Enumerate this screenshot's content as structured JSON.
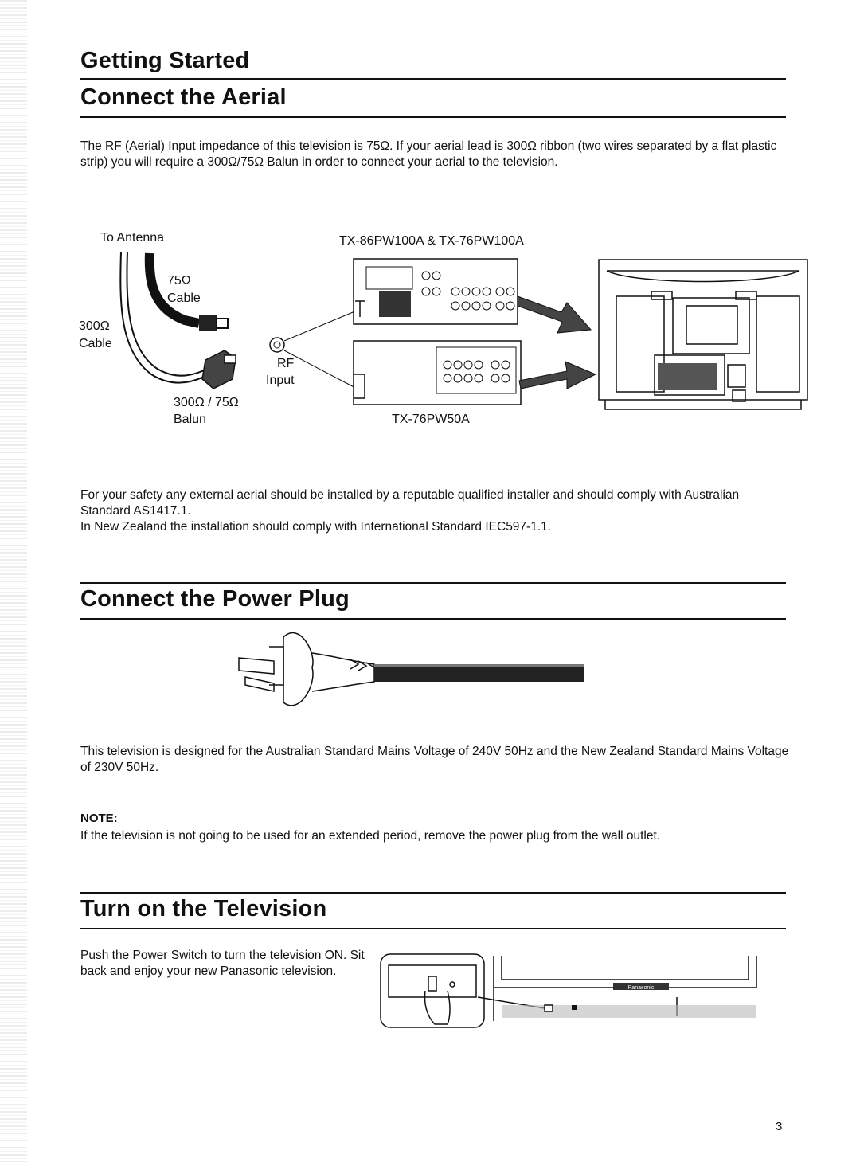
{
  "header": {
    "section_title": "Getting Started",
    "aerial_title": "Connect the Aerial"
  },
  "aerial": {
    "intro": "The RF (Aerial) Input impedance of this television is 75Ω. If your aerial lead is 300Ω ribbon (two wires separated by a flat plastic strip) you will require a 300Ω/75Ω Balun in order to connect your aerial to the television.",
    "diagram": {
      "to_antenna": "To Antenna",
      "cable_75": "75Ω\nCable",
      "cable_75_line1": "75Ω",
      "cable_75_line2": "Cable",
      "cable_300_line1": "300Ω",
      "cable_300_line2": "Cable",
      "balun_line1": "300Ω / 75Ω",
      "balun_line2": "Balun",
      "rf_line1": "RF",
      "rf_line2": "Input",
      "model_top": "TX-86PW100A & TX-76PW100A",
      "model_bottom": "TX-76PW50A"
    },
    "safety_1": "For your safety any external aerial should be installed by a reputable qualified installer and should comply with Australian Standard AS1417.1.",
    "safety_2": "In New Zealand the installation should comply with International Standard IEC597-1.1."
  },
  "power": {
    "title": "Connect the Power Plug",
    "text": "This television is designed for the Australian Standard Mains Voltage of 240V 50Hz and the New Zealand Standard Mains Voltage of 230V 50Hz.",
    "note_label": "NOTE:",
    "note_text": "If the television is not going to be used for an extended period, remove the power plug from the wall outlet."
  },
  "turn_on": {
    "title": "Turn on the Television",
    "text": "Push the Power Switch to turn the television ON. Sit back and enjoy your new Panasonic television.",
    "brand": "Panasonic"
  },
  "footer": {
    "page_number": "3"
  }
}
